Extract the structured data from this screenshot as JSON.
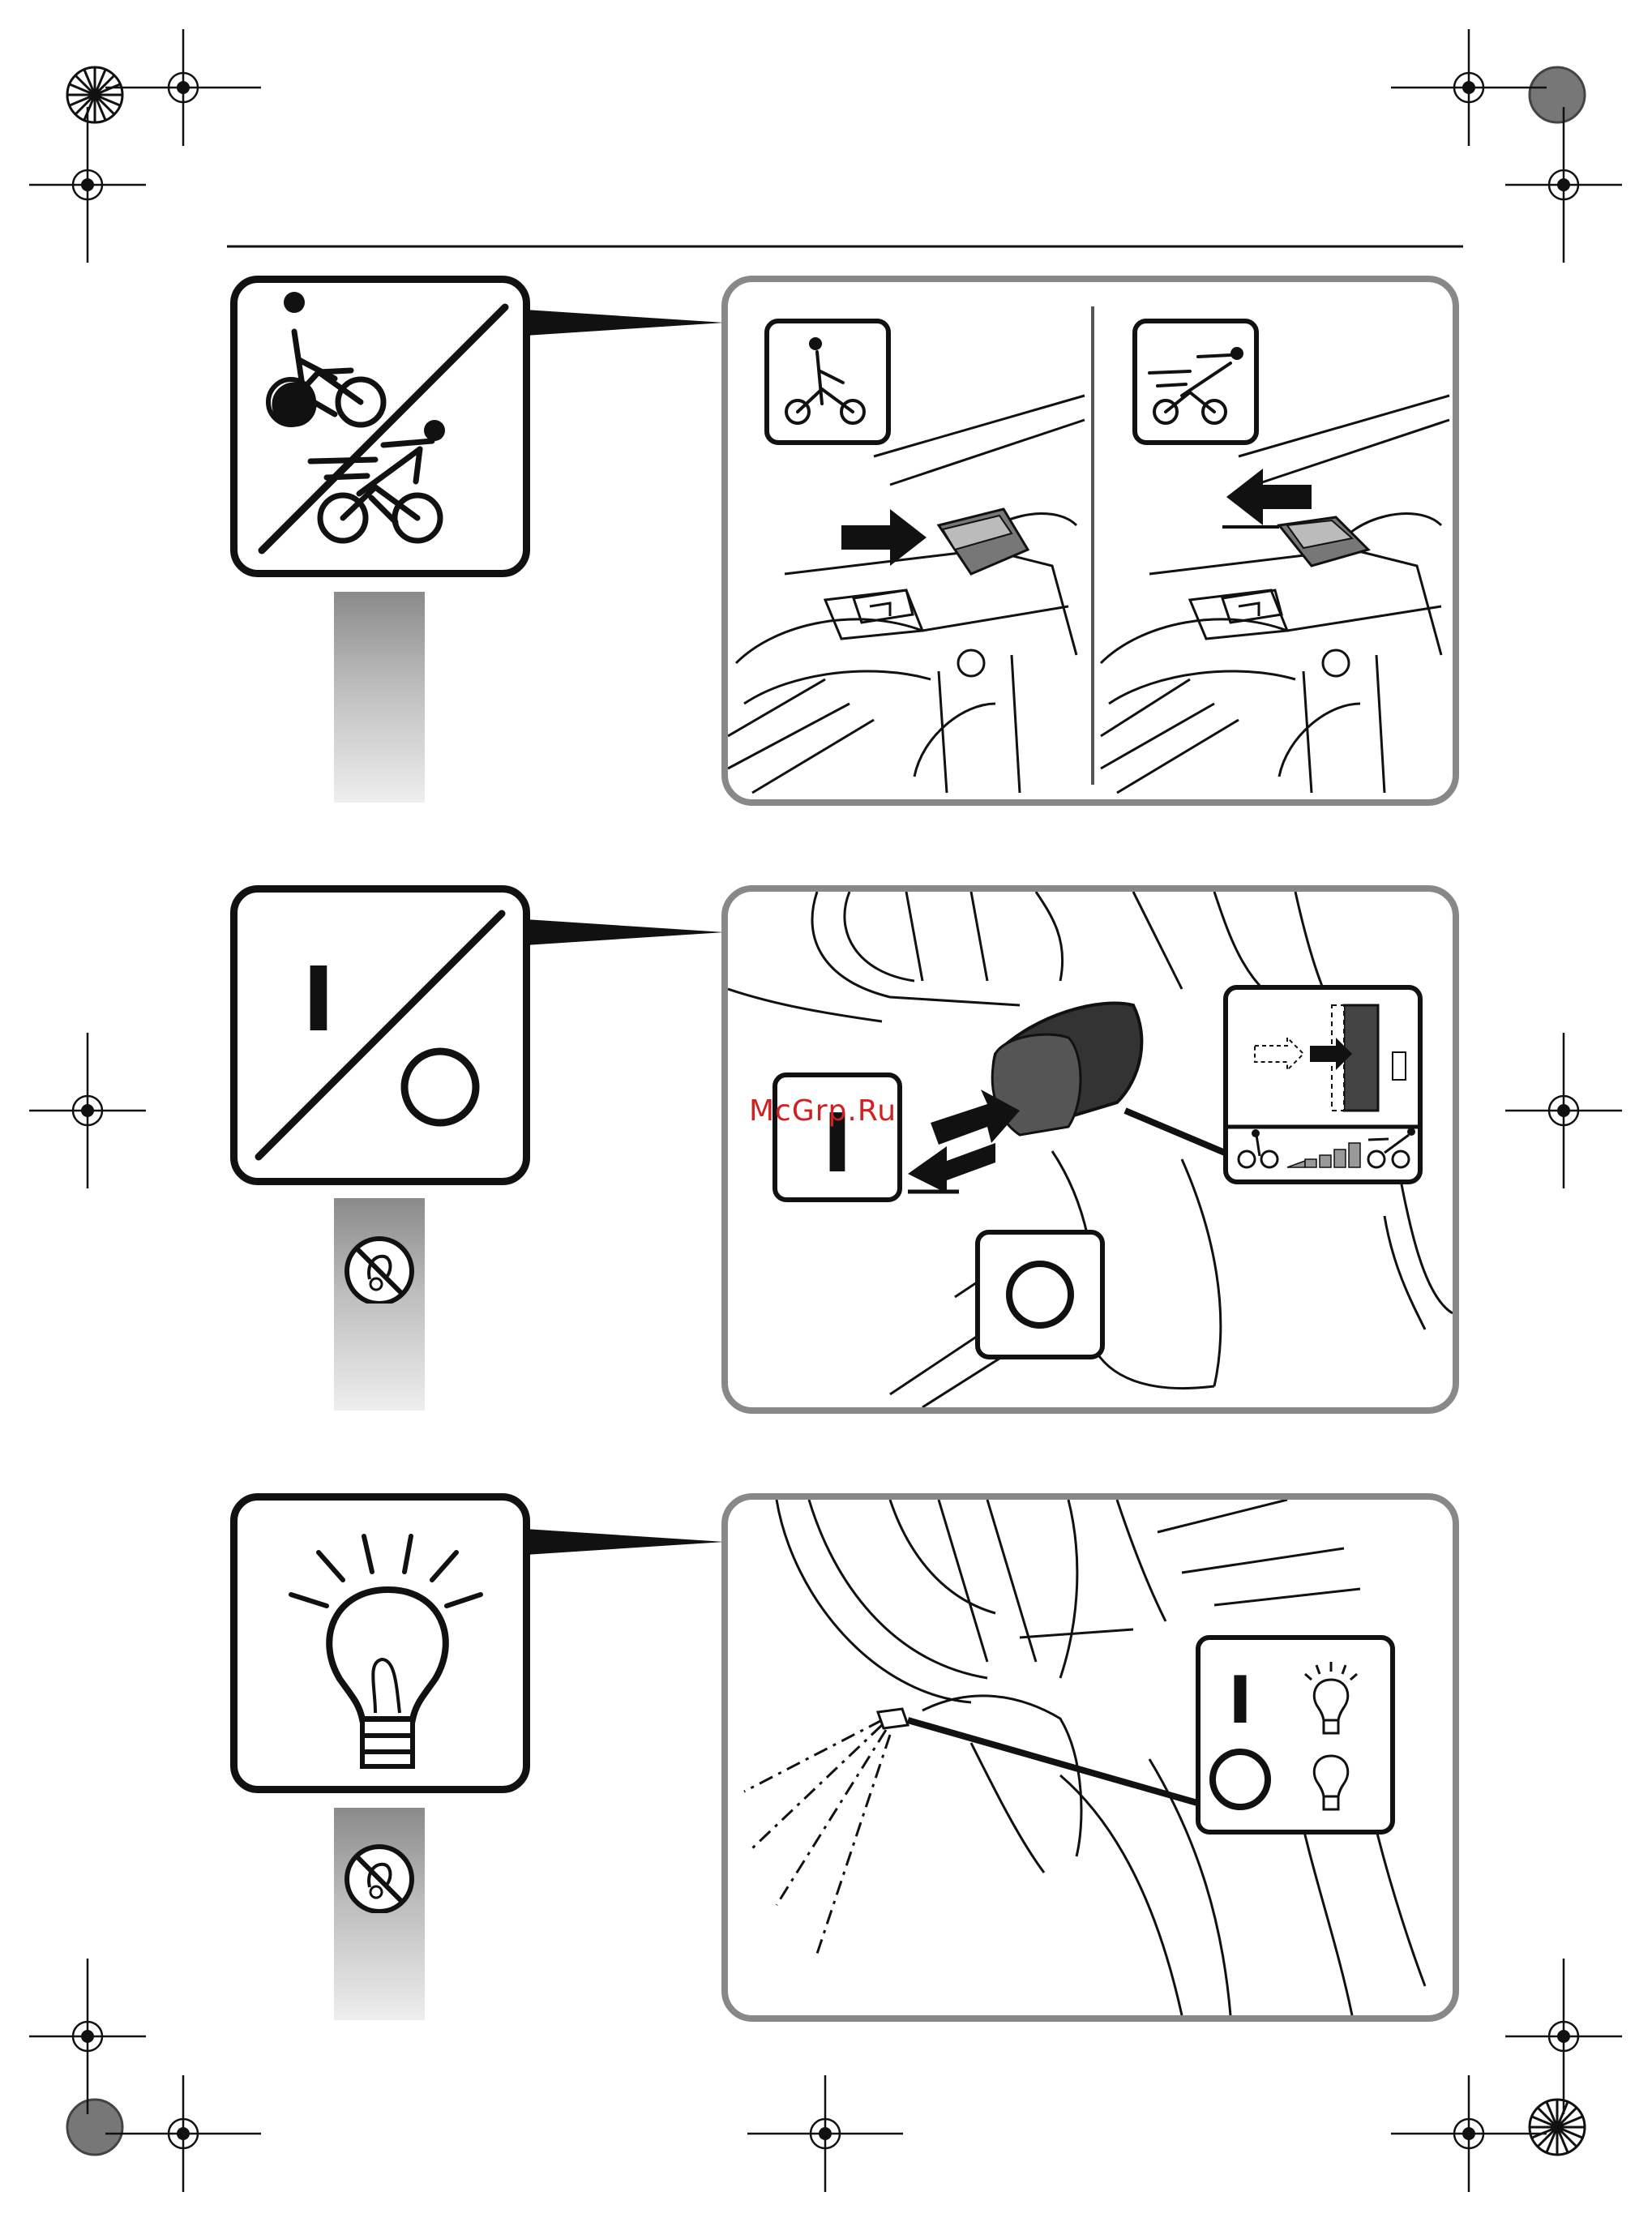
{
  "watermark": {
    "text": "McGrp.Ru",
    "color": "#d21f1f"
  },
  "colors": {
    "ink": "#111111",
    "frame_gray": "#888888",
    "bar_dark": "#8a8a8a",
    "bar_light": "#eeeeee",
    "watermark": "#d21f1f"
  },
  "sections": [
    {
      "id": "speed-selector",
      "icon": "slow-fast-cyclist-icon",
      "panels": [
        "speed-slow-panel",
        "speed-fast-panel"
      ],
      "bar_symbol": null
    },
    {
      "id": "on-off-switch",
      "icon": "on-off-icon",
      "symbol_on": "I",
      "symbol_off": "O",
      "bar_symbol": "no-hand-rotation-icon"
    },
    {
      "id": "work-light",
      "icon": "light-bulb-icon",
      "symbol_on": "I",
      "symbol_off": "O",
      "bar_symbol": "no-hand-rotation-icon"
    }
  ]
}
